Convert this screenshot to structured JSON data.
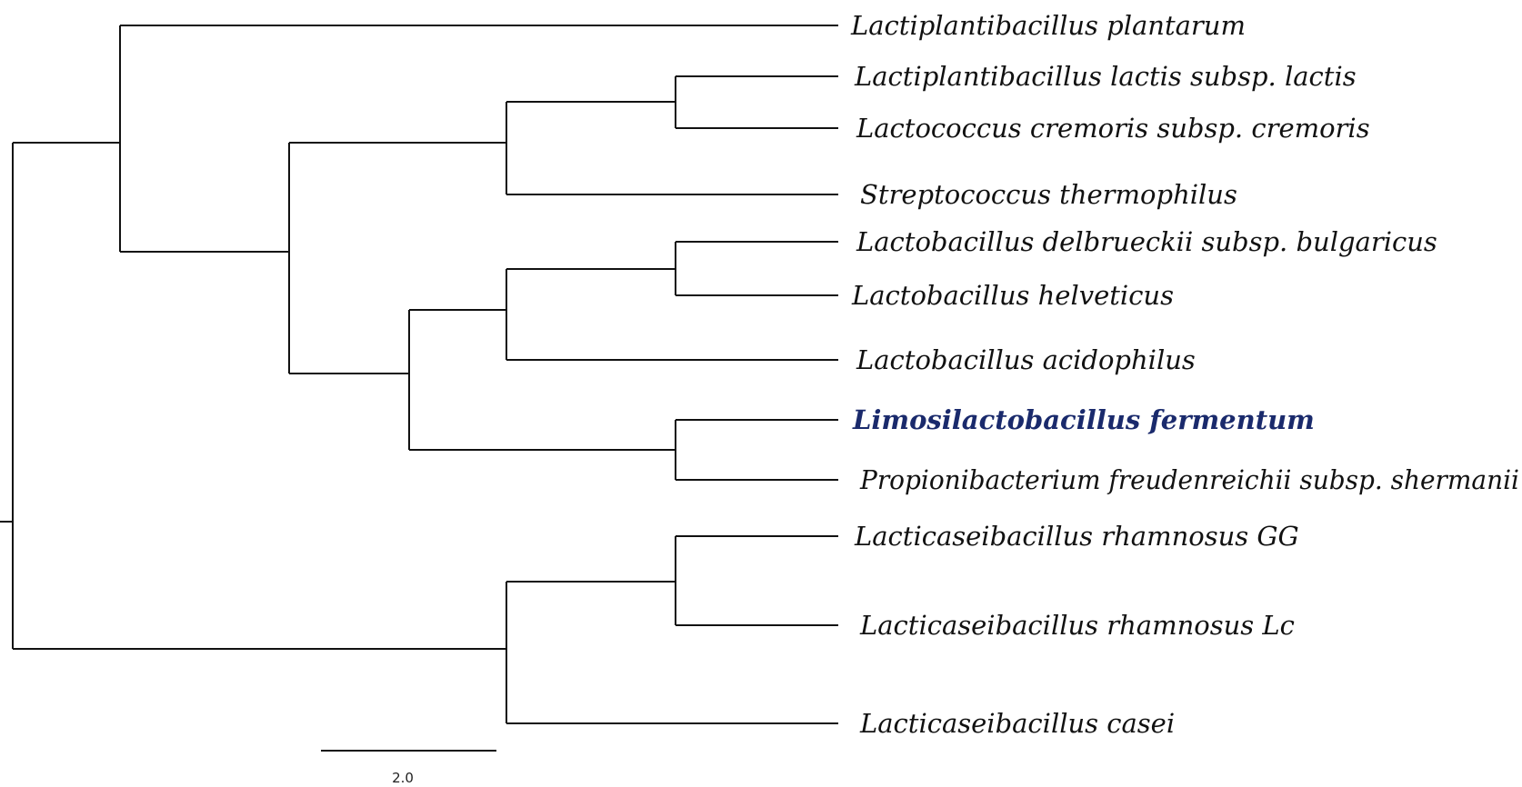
{
  "tree": {
    "highlight_color": "#1a2a6c",
    "line_color": "#111111",
    "taxa": [
      {
        "name": "Lactiplantibacillus plantarum",
        "highlight": false
      },
      {
        "name": "Lactiplantibacillus lactis subsp. lactis",
        "highlight": false
      },
      {
        "name": "Lactococcus cremoris subsp. cremoris",
        "highlight": false
      },
      {
        "name": "Streptococcus thermophilus",
        "highlight": false
      },
      {
        "name": "Lactobacillus delbrueckii subsp. bulgaricus",
        "highlight": false
      },
      {
        "name": "Lactobacillus helveticus",
        "highlight": false
      },
      {
        "name": "Lactobacillus acidophilus",
        "highlight": false
      },
      {
        "name": "Limosilactobacillus fermentum",
        "highlight": true
      },
      {
        "name": "Propionibacterium freudenreichii subsp. shermanii",
        "highlight": false
      },
      {
        "name": "Lacticaseibacillus rhamnosus GG",
        "highlight": false
      },
      {
        "name": "Lacticaseibacillus rhamnosus Lc",
        "highlight": false
      },
      {
        "name": "Lacticaseibacillus casei",
        "highlight": false
      }
    ],
    "scale_bar": {
      "label": "2.0",
      "length": 2.0
    }
  }
}
